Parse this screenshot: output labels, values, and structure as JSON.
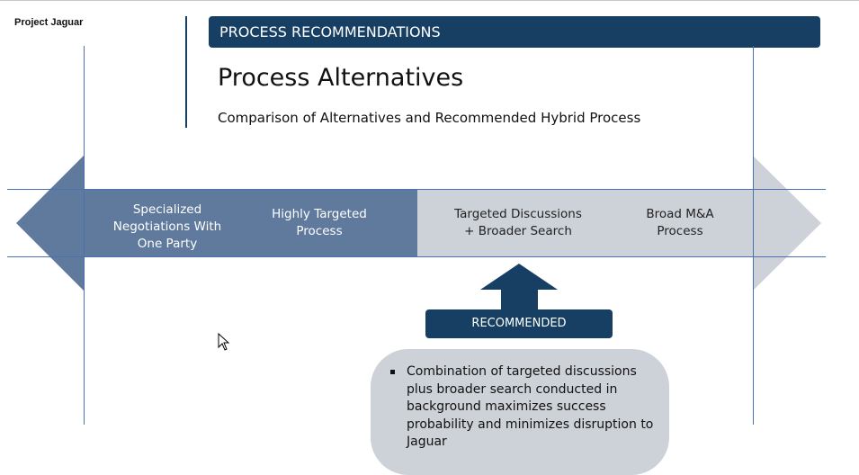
{
  "project_name": "Project Jaguar",
  "header": {
    "section": "PROCESS RECOMMENDATIONS",
    "title": "Process Alternatives",
    "subtitle": "Comparison of Alternatives and Recommended Hybrid Process"
  },
  "spectrum": {
    "items": [
      {
        "label": "Specialized\nNegotiations With\nOne Party"
      },
      {
        "label": "Highly Targeted\nProcess"
      },
      {
        "label": "Targeted Discussions\n+ Broader Search"
      },
      {
        "label": "Broad M&A\nProcess"
      }
    ],
    "colors": {
      "dark": "#5f7a9c",
      "light": "#cdd1d8",
      "accent": "#173f63"
    }
  },
  "recommended": {
    "label": "RECOMMENDED",
    "bullets": [
      "Combination of targeted discussions plus broader search conducted in background maximizes success probability and minimizes disruption to Jaguar"
    ]
  }
}
